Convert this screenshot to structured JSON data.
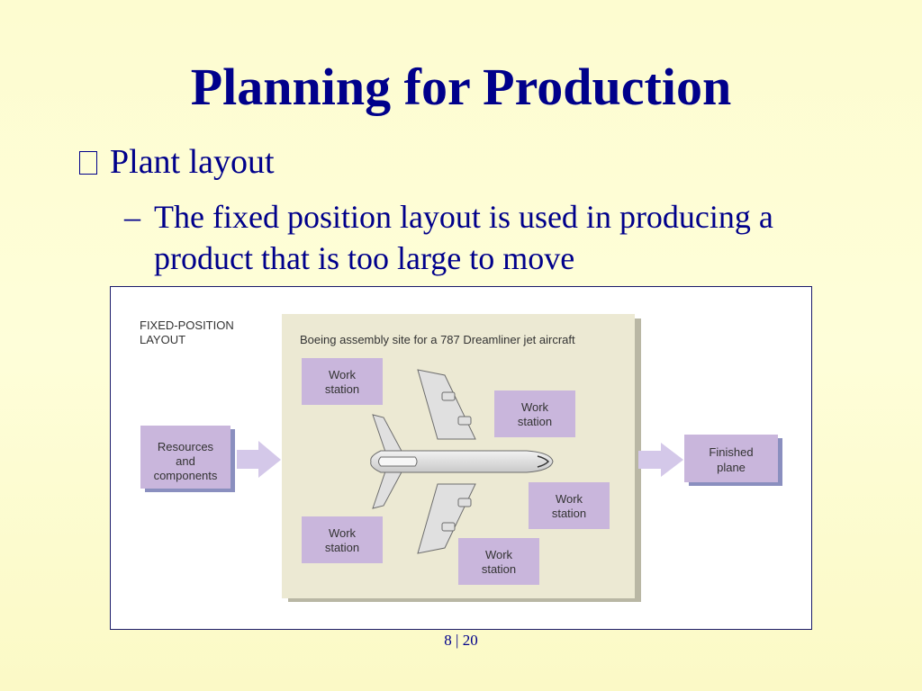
{
  "slide": {
    "title": "Planning for Production",
    "bullet": "Plant layout",
    "sub_dash": "–",
    "sub_line1": "The fixed position layout is used in producing a",
    "sub_line2": "product that is too large to move",
    "page": "8 | 20"
  },
  "diagram": {
    "layout_label_line1": "FIXED-POSITION",
    "layout_label_line2": "LAYOUT",
    "site_caption": "Boeing assembly site for a 787 Dreamliner jet aircraft",
    "input_line1": "Resources",
    "input_line2": "and",
    "input_line3": "components",
    "output_line1": "Finished",
    "output_line2": "plane",
    "workstation_line1": "Work",
    "workstation_line2": "station"
  },
  "colors": {
    "title": "#00008b",
    "site_bg": "#ece9d3",
    "station_fill": "#c9b6dc",
    "arrow_fill": "#d4c8e9",
    "plane_fill": "#e0e0e0"
  }
}
